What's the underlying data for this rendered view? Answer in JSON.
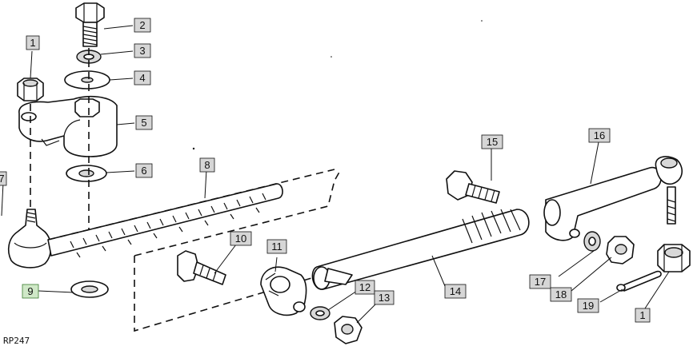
{
  "figure_ref": "RP247",
  "highlighted_callout": "9",
  "callouts": {
    "c1a": "1",
    "c2": "2",
    "c3": "3",
    "c4": "4",
    "c5": "5",
    "c6": "6",
    "c7": "7",
    "c8": "8",
    "c9": "9",
    "c10": "10",
    "c11": "11",
    "c12": "12",
    "c13": "13",
    "c14": "14",
    "c15": "15",
    "c16": "16",
    "c17": "17",
    "c18": "18",
    "c19": "19",
    "c1b": "1"
  },
  "colors": {
    "highlight": "#cfe8c7",
    "callout_box": "#d6d6d6",
    "line": "#111111"
  }
}
